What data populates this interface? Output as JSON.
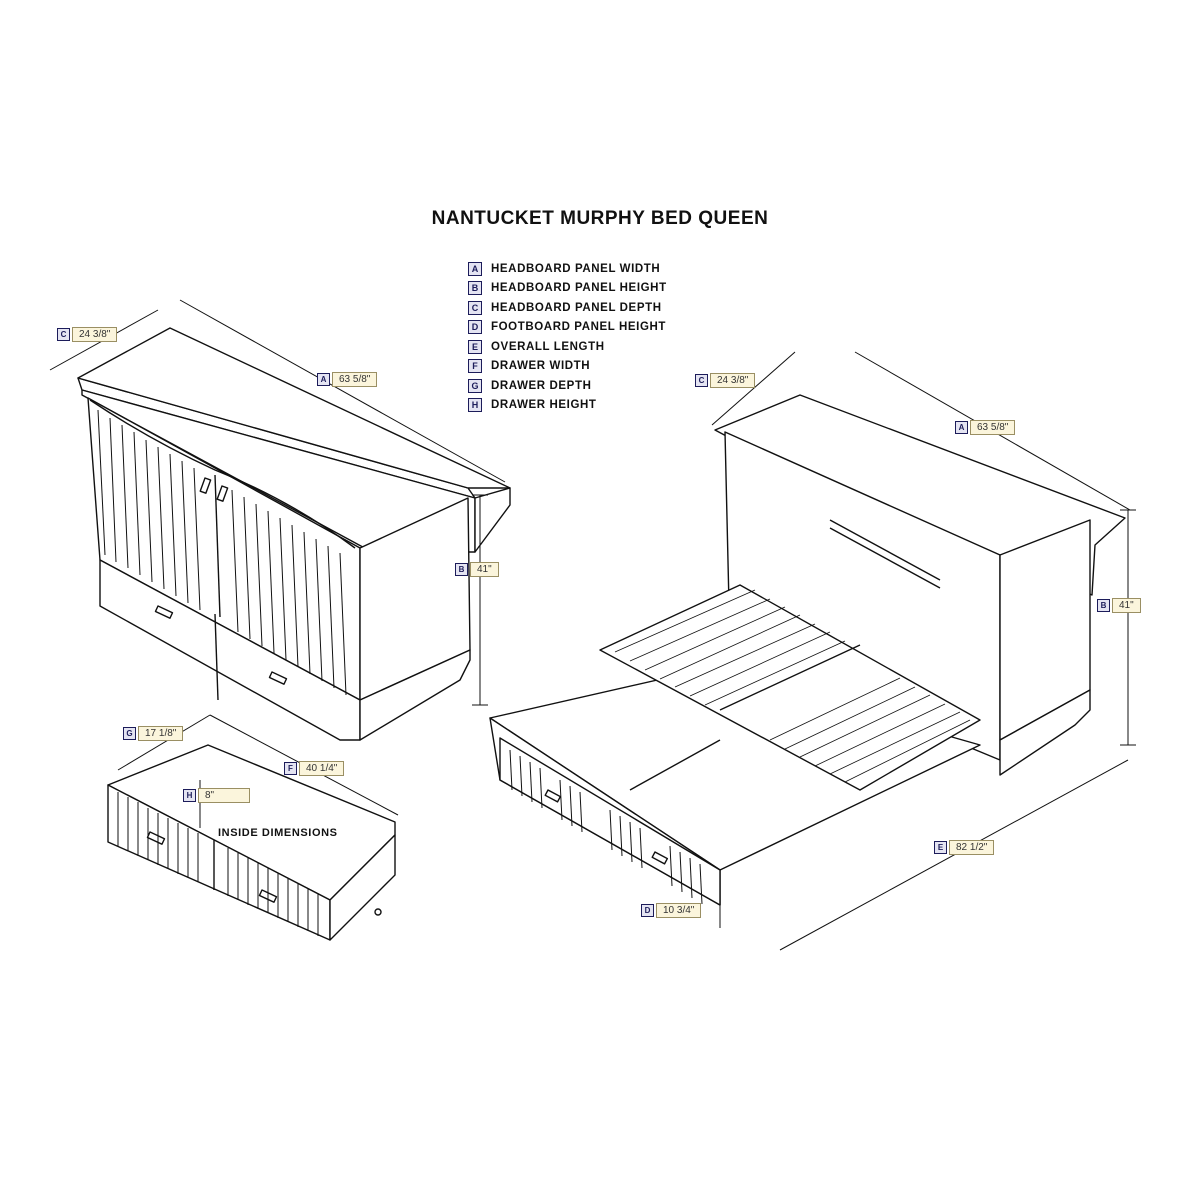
{
  "title": "NANTUCKET MURPHY BED QUEEN",
  "legend": [
    {
      "key": "A",
      "label": "HEADBOARD PANEL WIDTH"
    },
    {
      "key": "B",
      "label": "HEADBOARD PANEL HEIGHT"
    },
    {
      "key": "C",
      "label": "HEADBOARD PANEL DEPTH"
    },
    {
      "key": "D",
      "label": "FOOTBOARD PANEL HEIGHT"
    },
    {
      "key": "E",
      "label": "OVERALL LENGTH"
    },
    {
      "key": "F",
      "label": "DRAWER WIDTH"
    },
    {
      "key": "G",
      "label": "DRAWER DEPTH"
    },
    {
      "key": "H",
      "label": "DRAWER HEIGHT"
    }
  ],
  "inside_dimensions_label": "INSIDE DIMENSIONS",
  "dimensions": {
    "closed_depth": {
      "key": "C",
      "value": "24 3/8\""
    },
    "closed_width": {
      "key": "A",
      "value": "63 5/8\""
    },
    "closed_height": {
      "key": "B",
      "value": "41\""
    },
    "drawer_depth": {
      "key": "G",
      "value": "17 1/8\""
    },
    "drawer_width": {
      "key": "F",
      "value": "40 1/4\""
    },
    "drawer_height": {
      "key": "H",
      "value": "8\""
    },
    "open_depth": {
      "key": "C",
      "value": "24 3/8\""
    },
    "open_width": {
      "key": "A",
      "value": "63 5/8\""
    },
    "open_height": {
      "key": "B",
      "value": "41\""
    },
    "overall_length": {
      "key": "E",
      "value": "82 1/2\""
    },
    "footboard_height": {
      "key": "D",
      "value": "10 3/4\""
    }
  }
}
